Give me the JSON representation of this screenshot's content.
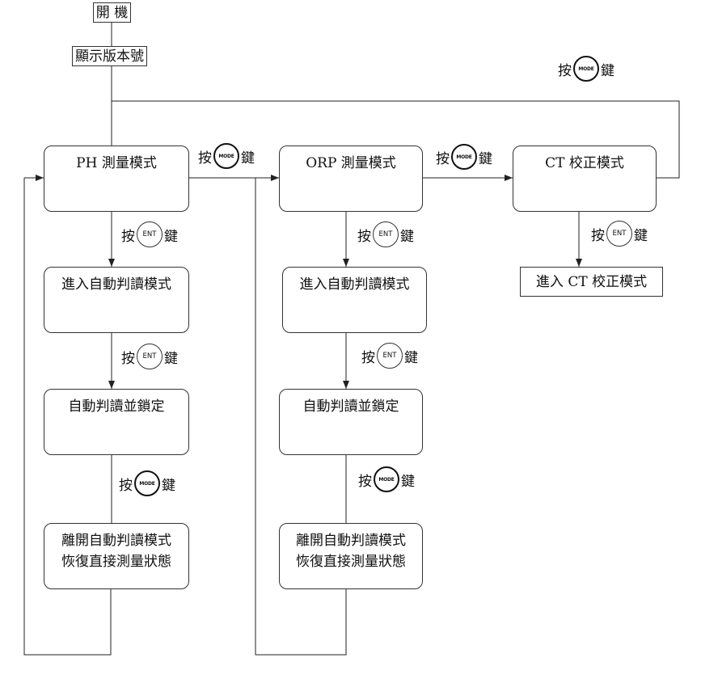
{
  "start_box": {
    "label": "開 機"
  },
  "version_box": {
    "label": "顯示版本號"
  },
  "mode_loop_key": {
    "prefix": "按",
    "key": "MODE",
    "suffix": "鍵"
  },
  "columns": {
    "ph": {
      "mode_title": "PH 測量模式",
      "to_next_key": {
        "prefix": "按",
        "key": "MODE",
        "suffix": "鍵"
      },
      "enter_key": {
        "prefix": "按",
        "key": "ENT",
        "suffix": "鍵"
      },
      "enter_auto": "進入自動判讀模式",
      "lock_key": {
        "prefix": "按",
        "key": "ENT",
        "suffix": "鍵"
      },
      "auto_lock": "自動判讀並鎖定",
      "exit_key": {
        "prefix": "按",
        "key": "MODE",
        "suffix": "鍵"
      },
      "exit_lines": [
        "離開自動判讀模式",
        "恢復直接測量狀態"
      ]
    },
    "orp": {
      "mode_title": "ORP 測量模式",
      "to_next_key": {
        "prefix": "按",
        "key": "MODE",
        "suffix": "鍵"
      },
      "enter_key": {
        "prefix": "按",
        "key": "ENT",
        "suffix": "鍵"
      },
      "enter_auto": "進入自動判讀模式",
      "lock_key": {
        "prefix": "按",
        "key": "ENT",
        "suffix": "鍵"
      },
      "auto_lock": "自動判讀並鎖定",
      "exit_key": {
        "prefix": "按",
        "key": "MODE",
        "suffix": "鍵"
      },
      "exit_lines": [
        "離開自動判讀模式",
        "恢復直接測量狀態"
      ]
    },
    "ct": {
      "mode_title": "CT 校正模式",
      "enter_key": {
        "prefix": "按",
        "key": "ENT",
        "suffix": "鍵"
      },
      "enter_calibration": "進入 CT 校正模式"
    }
  }
}
